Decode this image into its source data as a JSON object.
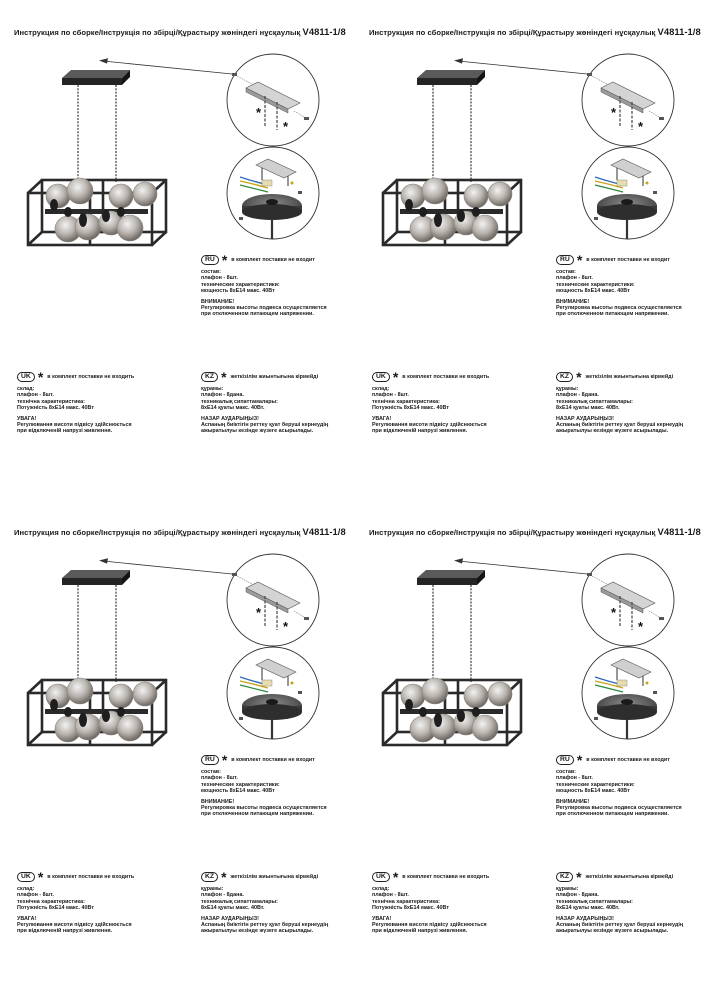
{
  "title_prefix": "Инструкция по сборке/Інструкція по збірці/Құрастыру жөніндегі нұсқаулық",
  "model": "V4811-1/8",
  "asterisk": "*",
  "ru": {
    "badge": "RU",
    "not_included": "в комплект поставки не входит",
    "lines": [
      "состав:",
      "плафон - 8шт.",
      "технические характеристики:",
      "мощность 8xE14 макс. 40Вт"
    ],
    "warning_title": "ВНИМАНИЕ!",
    "warning_lines": [
      "Регулировка высоты подвеса осуществляется",
      "при отключенном питающем напряжении."
    ]
  },
  "uk": {
    "badge": "UK",
    "not_included": "в комплект поставки не входить",
    "lines": [
      "склад:",
      "плафон - 8шт.",
      "технічна характеристика:",
      "Потужність 8xE14 макс. 40Вт"
    ],
    "warning_title": "УВАГА!",
    "warning_lines": [
      "Регулювання висоти підвісу здійснюється",
      "при відключеній напрузі живлення."
    ]
  },
  "kz": {
    "badge": "KZ",
    "not_included": "жеткізілім жиынтығына кірмейді",
    "lines": [
      "құрамы:",
      "плафон - 8дана.",
      "техникалық сипаттамалары:",
      "8xE14 қуаты макс. 40Вт."
    ],
    "warning_title": "НАЗАР АУДАРЫҢЫЗ!",
    "warning_lines": [
      "Аспаның биіктігін реттеу қуат беруші кернеудің",
      "ажыратылуы кезінде жүзеге асырылады."
    ]
  }
}
